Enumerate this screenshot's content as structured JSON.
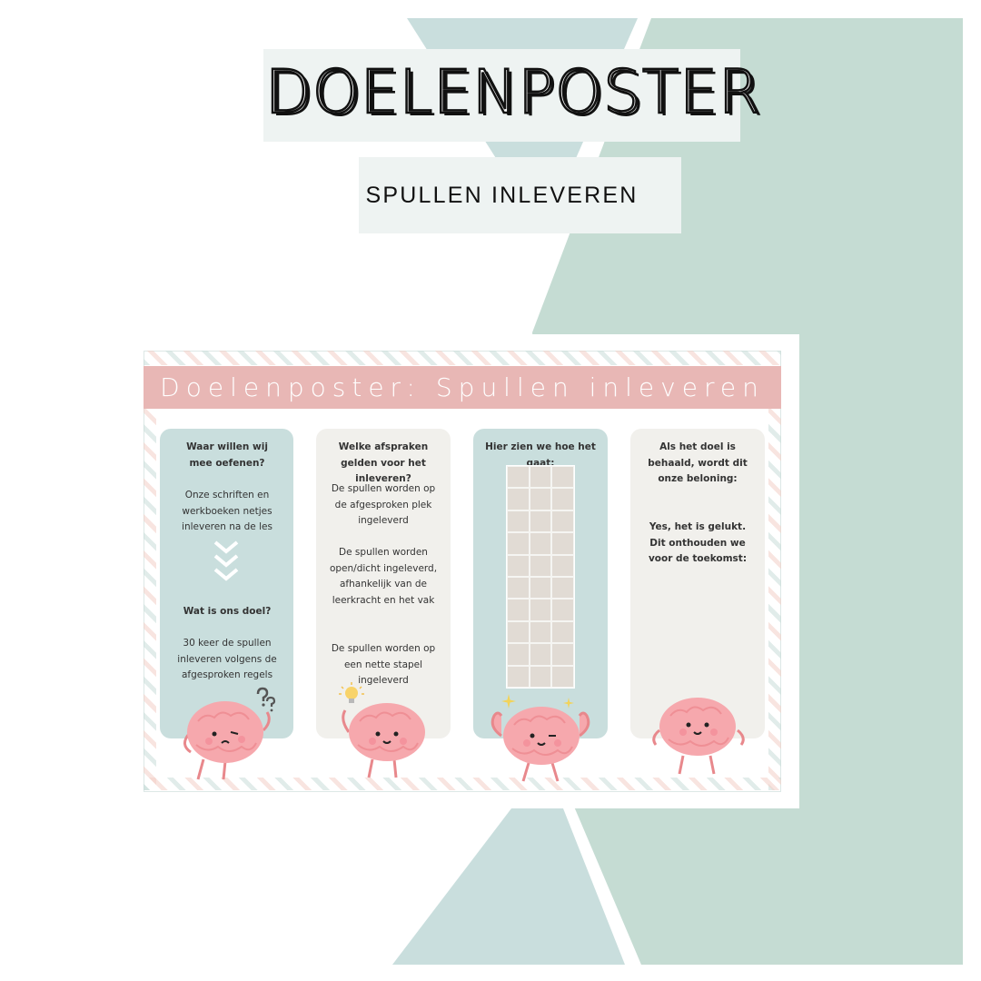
{
  "header": {
    "title": "DOELENPOSTER",
    "subtitle": "SPULLEN INLEVEREN"
  },
  "poster": {
    "title": "Doelenposter: Spullen inleveren",
    "columns": [
      {
        "heading": "Waar willen wij mee oefenen?",
        "body": "Onze schriften en werkboeken netjes inleveren na de les",
        "heading2": "Wat is ons doel?",
        "body2": "30 keer de spullen inleveren volgens de afgesproken regels"
      },
      {
        "heading": "Welke afspraken gelden voor het inleveren?",
        "rule1": "De spullen worden op de afgesproken plek ingeleverd",
        "rule2": "De spullen worden open/dicht ingeleverd, afhankelijk van de leerkracht en het vak",
        "rule3": "De spullen worden op een nette stapel ingeleverd"
      },
      {
        "heading": "Hier zien we hoe het gaat:",
        "grid_cells": 30
      },
      {
        "heading": "Als het doel is behaald, wordt dit onze beloning:",
        "body": "Yes, het is gelukt. Dit onthouden we voor de toekomst:"
      }
    ]
  },
  "colors": {
    "mint": "#c5dcd3",
    "light_blue": "#c9dedd",
    "pink_header": "#e8b7b5",
    "brain_pink": "#f6a8ad"
  },
  "icons": [
    "chevron-down-icon",
    "question-marks-icon",
    "lightbulb-icon",
    "sparkle-icon"
  ]
}
